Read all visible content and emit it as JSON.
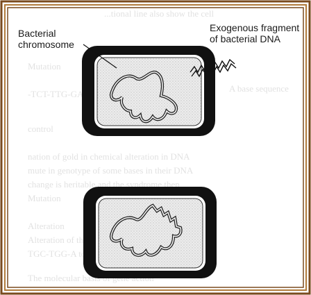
{
  "labels": {
    "chromosome_line1": "Bacterial",
    "chromosome_line2": "chromosome",
    "fragment_line1": "Exogenous fragment",
    "fragment_line2": "of bacterial DNA"
  },
  "colors": {
    "frame_outer": "#7a4a1e",
    "frame_inner": "#b07a3a",
    "cell_wall": "#111111",
    "cytoplasm": "#e6e6e6",
    "dna": "#222222"
  }
}
